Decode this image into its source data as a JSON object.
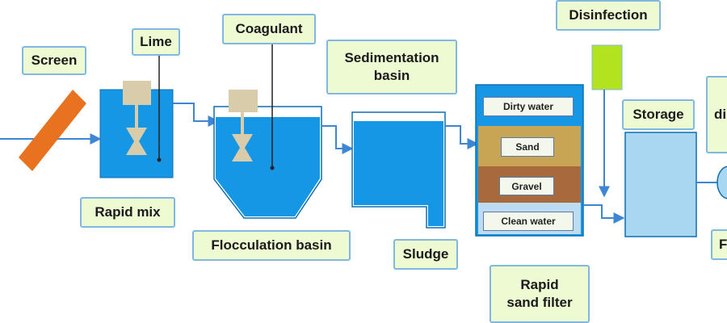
{
  "labels": {
    "screen": "Screen",
    "lime": "Lime",
    "coagulant": "Coagulant",
    "sedimentation_basin": "Sedimentation\nbasin",
    "disinfection": "Disinfection",
    "storage": "Storage",
    "rapid_mix": "Rapid mix",
    "flocculation_basin": "Flocculation basin",
    "sludge": "Sludge",
    "rapid_sand_filter": "Rapid\nsand filter",
    "cut_off_right": "di",
    "cut_off_bottom": "F"
  },
  "filter_layers": {
    "dirty_water": "Dirty water",
    "sand": "Sand",
    "gravel": "Gravel",
    "clean_water": "Clean water"
  },
  "colors": {
    "water": "#1597e5",
    "storage_water": "#a9d7f2",
    "screen": "#e8721f",
    "mixer": "#d8ccaa",
    "sand_layer": "#c8a455",
    "gravel_layer": "#a86a3c",
    "disinfectant": "#b3e21e",
    "label_fill": "#eefad2",
    "label_border": "#7fb8e0",
    "flow_line": "#3d86d6"
  }
}
